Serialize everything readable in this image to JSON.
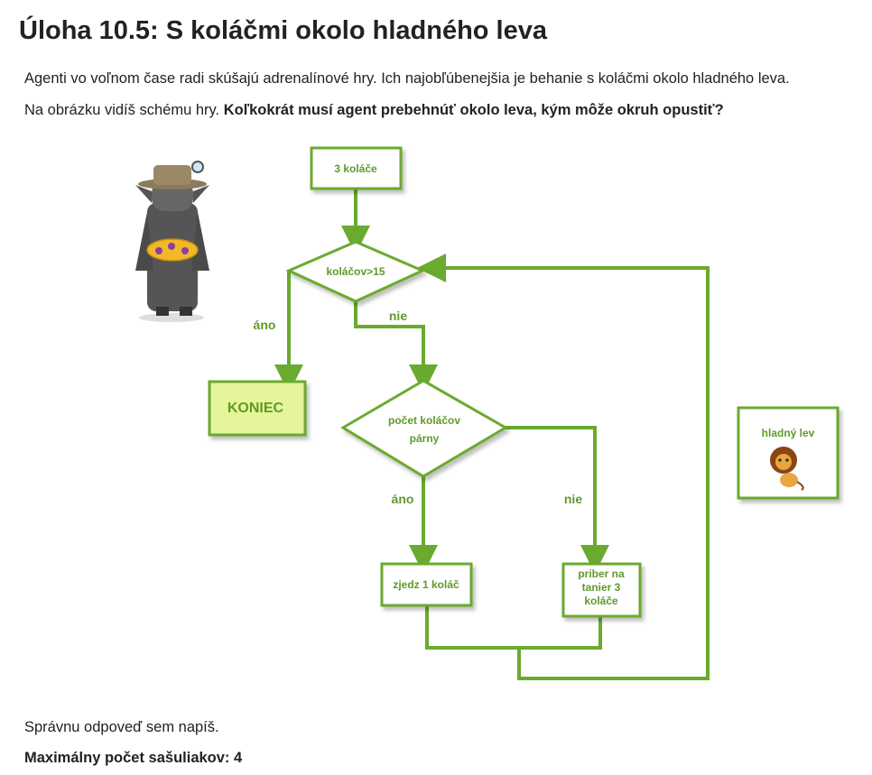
{
  "task": {
    "title": "Úloha 10.5: S koláčmi okolo hladného leva",
    "paragraph1": "Agenti vo voľnom čase radi skúšajú adrenalínové hry. Ich najobľúbenejšia je behanie s koláčmi okolo hladného leva.",
    "paragraph2_plain": "Na obrázku vidíš schému hry.",
    "paragraph2_bold": "Koľkokrát musí agent prebehnúť okolo leva, kým môže okruh opustiť?"
  },
  "flowchart": {
    "start": "3 koláče",
    "decision1": "koláčov>15",
    "yes1": "áno",
    "no1": "nie",
    "end": "KONIEC",
    "decision2_line1": "počet koláčov",
    "decision2_line2": "párny",
    "yes2": "áno",
    "no2": "nie",
    "action_eat": "zjedz 1 koláč",
    "action_add_line1": "priber na",
    "action_add_line2": "tanier 3",
    "action_add_line3": "koláče",
    "lion_label": "hladný lev"
  },
  "footer": {
    "answer_hint": "Správnu odpoveď sem napíš.",
    "max_attempts": "Maximálny počet sašuliakov: 4"
  },
  "colors": {
    "green": "#6aaa2e",
    "end_fill": "#e6f59a",
    "text_green": "#5f9a2a"
  }
}
